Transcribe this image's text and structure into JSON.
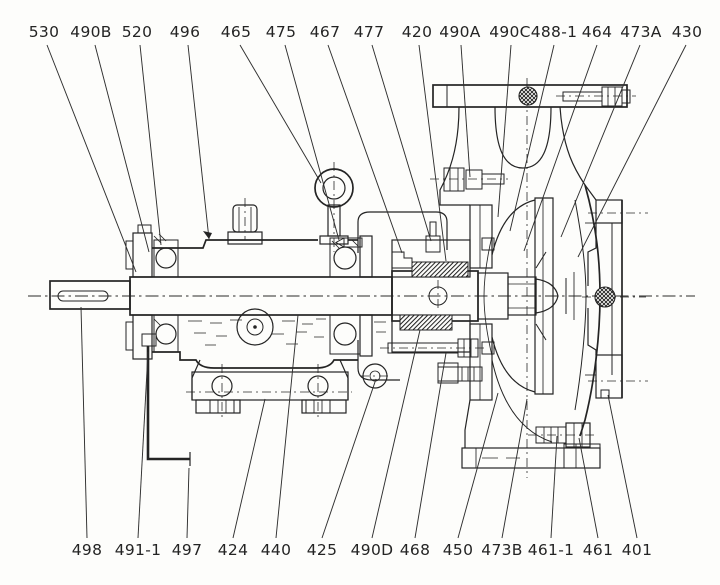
{
  "colors": {
    "ink": "#242424",
    "paper": "#fdfdfb"
  },
  "callouts": {
    "top": [
      {
        "text": "530"
      },
      {
        "text": "490B"
      },
      {
        "text": "520"
      },
      {
        "text": "496"
      },
      {
        "text": "465"
      },
      {
        "text": "475"
      },
      {
        "text": "467"
      },
      {
        "text": "477"
      },
      {
        "text": "420"
      },
      {
        "text": "490A"
      },
      {
        "text": "490C"
      },
      {
        "text": "488-1"
      },
      {
        "text": "464"
      },
      {
        "text": "473A"
      },
      {
        "text": "430"
      }
    ],
    "bottom": [
      {
        "text": "498"
      },
      {
        "text": "491-1"
      },
      {
        "text": "497"
      },
      {
        "text": "424"
      },
      {
        "text": "440"
      },
      {
        "text": "425"
      },
      {
        "text": "490D"
      },
      {
        "text": "468"
      },
      {
        "text": "450"
      },
      {
        "text": "473B"
      },
      {
        "text": "461-1"
      },
      {
        "text": "461"
      },
      {
        "text": "401"
      }
    ]
  }
}
